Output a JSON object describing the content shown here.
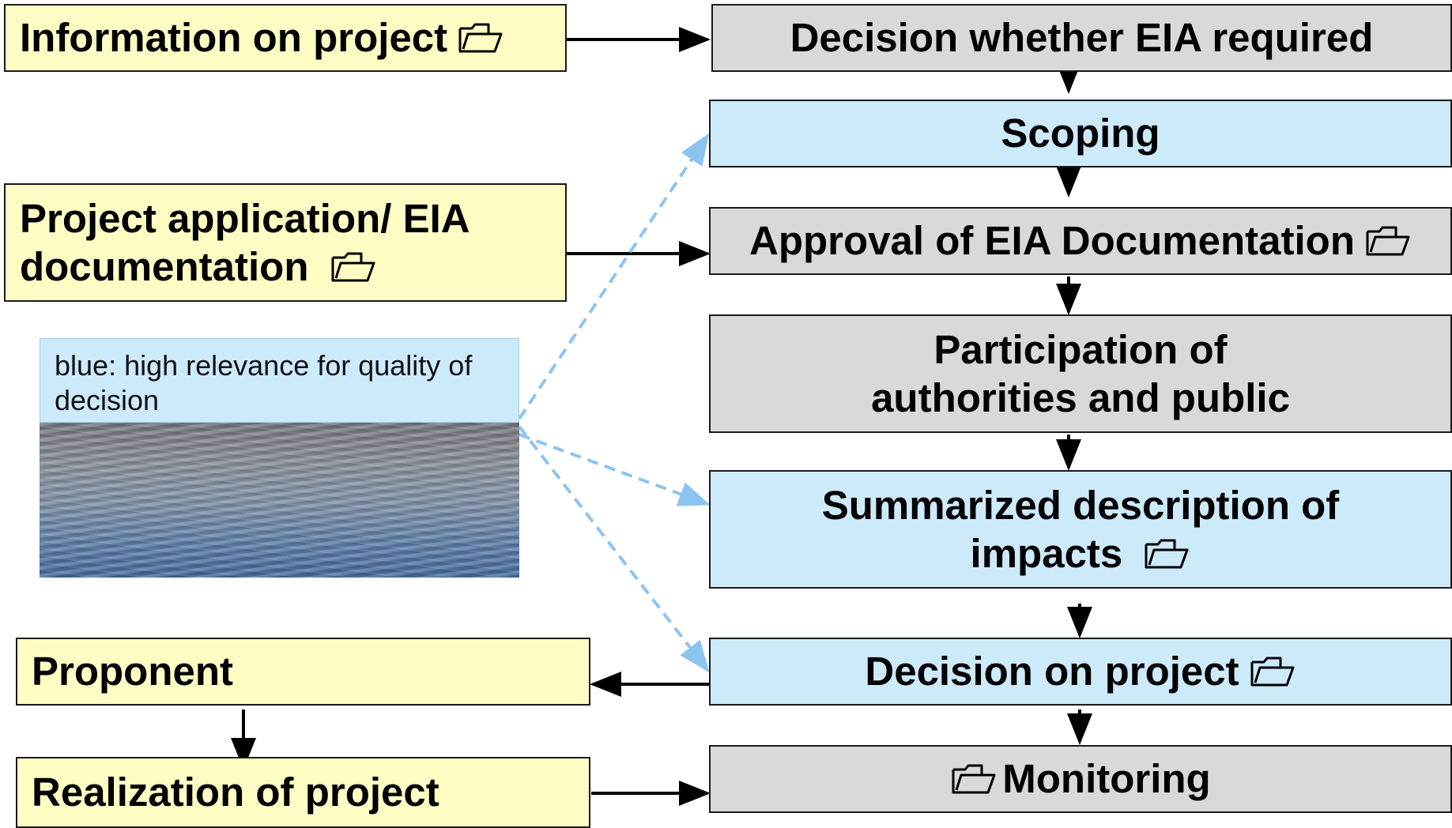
{
  "left_boxes": {
    "information": "Information on project",
    "application": "Project application/  EIA documentation",
    "proponent": "Proponent",
    "realization": "Realization of project"
  },
  "right_boxes": {
    "decision_eia": "Decision whether EIA required",
    "scoping": "Scoping",
    "approval": "Approval of EIA Documentation",
    "participation": "Participation of authorities and public",
    "summarized": "Summarized description of impacts",
    "decision_project": "Decision on project",
    "monitoring": "Monitoring"
  },
  "legend": {
    "text": "blue: high relevance for quality of decision"
  },
  "colors": {
    "yellow": "#fffdc4",
    "gray": "#d9d9d9",
    "blue": "#cdeafb",
    "dashed_arrow": "#8cc4f0"
  },
  "icons": {
    "folder": "open-folder-icon"
  }
}
